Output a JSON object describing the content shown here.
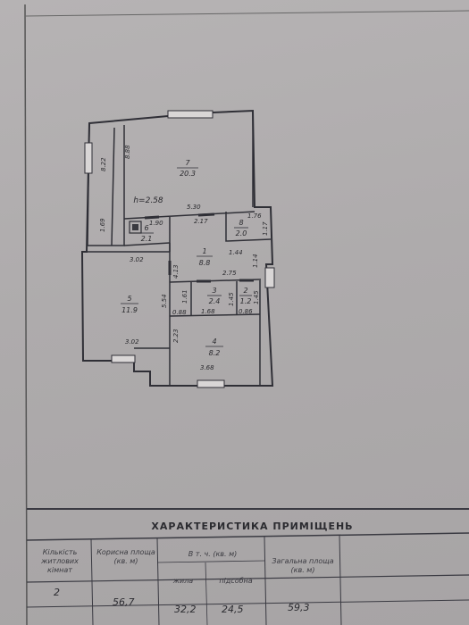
{
  "table": {
    "title": "ХАРАКТЕРИСТИКА ПРИМІЩЕНЬ",
    "headers": {
      "rooms_count": "Кількість житлових кімнат",
      "useful_area": "Корисна площа (кв. м)",
      "including": "В т. ч. (кв. м)",
      "living": "жила",
      "auxiliary": "підсобна",
      "total_area": "Загальна площа (кв. м)"
    },
    "row": {
      "rooms_count": "2",
      "useful_area": "56,7",
      "living": "32,2",
      "auxiliary": "24,5",
      "total_area": "59,3"
    }
  },
  "plan": {
    "ceiling_height": "h=2.58",
    "rooms": [
      {
        "number": "7",
        "area": "20.3"
      },
      {
        "number": "6",
        "area": "2.1"
      },
      {
        "number": "8",
        "area": "2.0"
      },
      {
        "number": "1",
        "area": "8.8"
      },
      {
        "number": "5",
        "area": "11.9"
      },
      {
        "number": "3",
        "area": "2.4"
      },
      {
        "number": "2",
        "area": "1.2"
      },
      {
        "number": "4",
        "area": "8.2"
      }
    ],
    "dimensions": [
      "8.88",
      "8.22",
      "1.69",
      "5.30",
      "1.90",
      "2.17",
      "1.76",
      "1.44",
      "1.17",
      "3.02",
      "4.13",
      "2.75",
      "1.14",
      "1.61",
      "5.54",
      "1.45",
      "1.45",
      "0.88",
      "1.68",
      "0.86",
      "3.02",
      "2.23",
      "3.68"
    ]
  }
}
